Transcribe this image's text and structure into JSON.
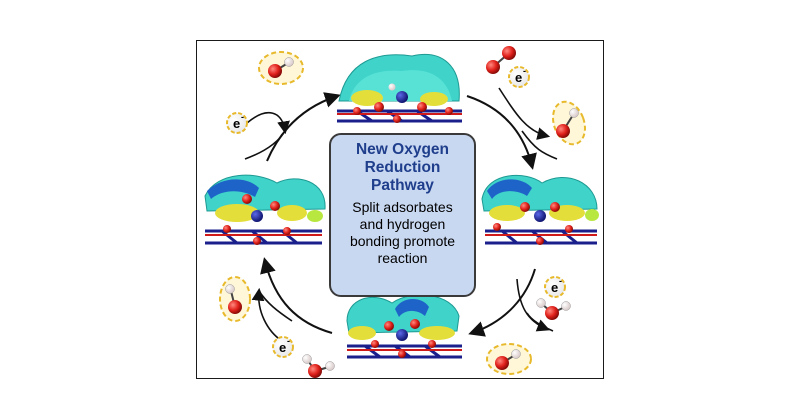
{
  "center": {
    "title_lines": [
      "New Oxygen",
      "Reduction",
      "Pathway"
    ],
    "desc_lines": [
      "Split adsorbates",
      "and hydrogen",
      "bonding promote",
      "reaction"
    ]
  },
  "electron_labels": [
    "e",
    "e",
    "e",
    "e"
  ],
  "colors": {
    "title": "#1f3e8c",
    "box_fill": "#c9d8f1",
    "oxygen": "#e0201a",
    "hydrogen": "#f4eaea",
    "nitrogen": "#1a1f8c",
    "isosurface_cyan": "#3fd3c9",
    "isosurface_blue": "#1e63c8",
    "isosurface_yellow": "#e4de3a",
    "halo": "#e7b92b"
  }
}
